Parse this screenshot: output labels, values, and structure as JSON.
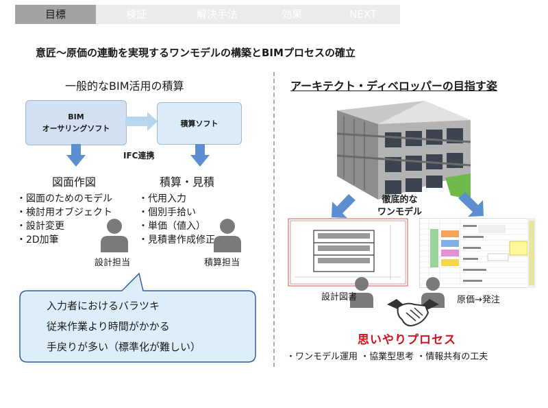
{
  "tabs": [
    {
      "label": "目標",
      "active": true
    },
    {
      "label": "検証",
      "active": false
    },
    {
      "label": "解決手法",
      "active": false
    },
    {
      "label": "効果",
      "active": false
    },
    {
      "label": "NEXT",
      "active": false
    }
  ],
  "title": "意匠～原価の連動を実現するワンモデルの構築とBIMプロセスの確立",
  "left": {
    "heading": "一般的なBIM活用の積算",
    "box1_line1": "BIM",
    "box1_line2": "オーサリングソフト",
    "box2": "積算ソフト",
    "ifc": "IFC連携",
    "col1_title": "図面作図",
    "col1_items": [
      "・図面のためのモデル",
      "・検討用オブジェクト",
      "・設計変更",
      "・2D加筆"
    ],
    "col2_title": "積算・見積",
    "col2_items": [
      "・代用入力",
      "・個別手拾い",
      "・単価（値入）",
      "・見積書作成修正"
    ],
    "person1": "設計担当",
    "person2": "積算担当",
    "callout": [
      "入力者におけるバラツキ",
      "従来作業より時間がかかる",
      "手戻りが多い（標準化が難しい）"
    ]
  },
  "right": {
    "heading": "アーキテクト・ディベロッパーの目指す姿",
    "onemodel_line1": "徹底的な",
    "onemodel_line2": "ワンモデル",
    "drawings_label": "設計図書",
    "cost_label": "原価→発注",
    "process": "思いやりプロセス",
    "bottom": "・ワンモデル運用 ・協業型思考 ・情報共有の工夫"
  },
  "colors": {
    "tab_bar": "#ececec",
    "tab_active": "#a3a3a3",
    "box1": "#d2e0f1",
    "box2": "#dcedf7",
    "arrow": "#5b8fd1",
    "callout_fill": "#ddeefa",
    "callout_border": "#2f5f9e",
    "person": "#7a7a7a",
    "accent_red": "#d40f1e"
  }
}
